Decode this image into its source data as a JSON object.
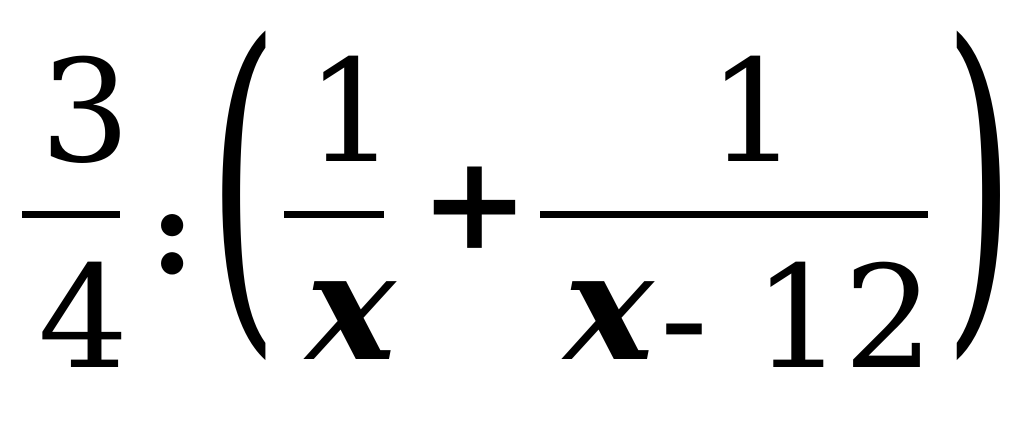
{
  "expression": {
    "frac1": {
      "numerator": "3",
      "denominator": "4"
    },
    "divide_op": ":",
    "open_paren": "(",
    "close_paren": ")",
    "frac2": {
      "numerator": "1",
      "denominator": "x"
    },
    "plus_op": "+",
    "frac3": {
      "numerator": "1",
      "denominator_var": "x",
      "denominator_rest": "- 12"
    }
  }
}
